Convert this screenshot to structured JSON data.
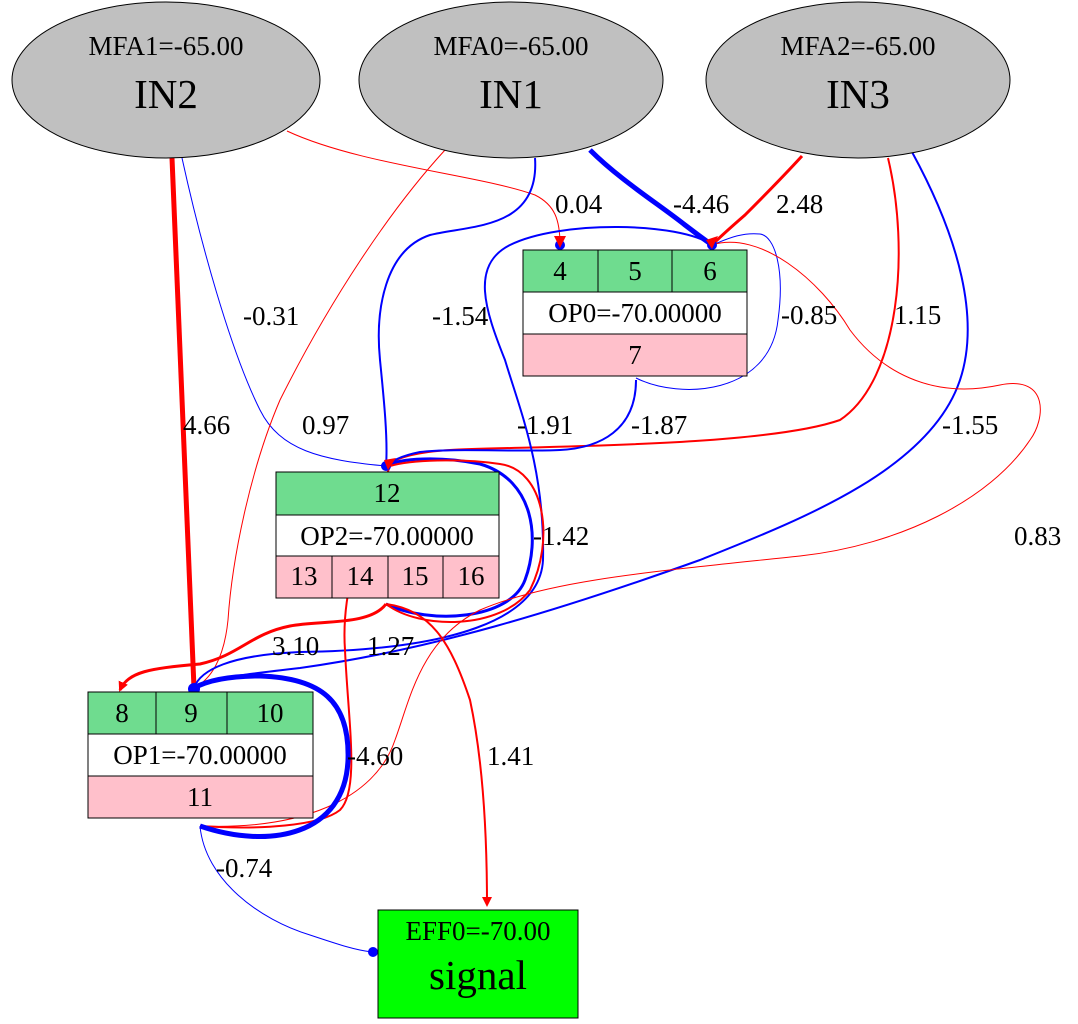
{
  "colors": {
    "background": "#ffffff",
    "input_node_fill": "#c0c0c0",
    "input_port_fill": "#6fdc8f",
    "output_port_fill": "#ffc0cb",
    "effector_fill": "#00ff00",
    "positive_edge": "#ff0000",
    "negative_edge": "#0000ff",
    "outline": "#000000"
  },
  "inputs": {
    "in2": {
      "value_label": "MFA1=-65.00",
      "name": "IN2"
    },
    "in1": {
      "value_label": "MFA0=-65.00",
      "name": "IN1"
    },
    "in3": {
      "value_label": "MFA2=-65.00",
      "name": "IN3"
    }
  },
  "ops": {
    "op0": {
      "in_ports": [
        "4",
        "5",
        "6"
      ],
      "label": "OP0=-70.00000",
      "out_ports": [
        "7"
      ]
    },
    "op2": {
      "in_ports": [
        "12"
      ],
      "label": "OP2=-70.00000",
      "out_ports": [
        "13",
        "14",
        "15",
        "16"
      ]
    },
    "op1": {
      "in_ports": [
        "8",
        "9",
        "10"
      ],
      "label": "OP1=-70.00000",
      "out_ports": [
        "11"
      ]
    }
  },
  "effector": {
    "value_label": "EFF0=-70.00",
    "name": "signal"
  },
  "edges": [
    {
      "id": "e1",
      "label": "0.04",
      "sign": "positive",
      "weight": 0.04
    },
    {
      "id": "e2",
      "label": "-4.46",
      "sign": "negative",
      "weight": -4.46
    },
    {
      "id": "e3",
      "label": "2.48",
      "sign": "positive",
      "weight": 2.48
    },
    {
      "id": "e4",
      "label": "-0.31",
      "sign": "negative",
      "weight": -0.31
    },
    {
      "id": "e5",
      "label": "-1.54",
      "sign": "negative",
      "weight": -1.54
    },
    {
      "id": "e6",
      "label": "-0.85",
      "sign": "negative",
      "weight": -0.85
    },
    {
      "id": "e7",
      "label": "1.15",
      "sign": "positive",
      "weight": 1.15
    },
    {
      "id": "e8",
      "label": "4.66",
      "sign": "positive",
      "weight": 4.66
    },
    {
      "id": "e9",
      "label": "0.97",
      "sign": "positive",
      "weight": 0.97
    },
    {
      "id": "e10",
      "label": "-1.91",
      "sign": "negative",
      "weight": -1.91
    },
    {
      "id": "e11",
      "label": "-1.87",
      "sign": "negative",
      "weight": -1.87
    },
    {
      "id": "e12",
      "label": "-1.55",
      "sign": "negative",
      "weight": -1.55
    },
    {
      "id": "e13",
      "label": "-1.42",
      "sign": "negative",
      "weight": -1.42
    },
    {
      "id": "e14",
      "label": "0.83",
      "sign": "positive",
      "weight": 0.83
    },
    {
      "id": "e15",
      "label": "3.10",
      "sign": "positive",
      "weight": 3.1
    },
    {
      "id": "e16",
      "label": "1.27",
      "sign": "positive",
      "weight": 1.27
    },
    {
      "id": "e17",
      "label": "-4.60",
      "sign": "negative",
      "weight": -4.6
    },
    {
      "id": "e18",
      "label": "1.41",
      "sign": "positive",
      "weight": 1.41
    },
    {
      "id": "e19",
      "label": "-0.74",
      "sign": "negative",
      "weight": -0.74
    }
  ]
}
